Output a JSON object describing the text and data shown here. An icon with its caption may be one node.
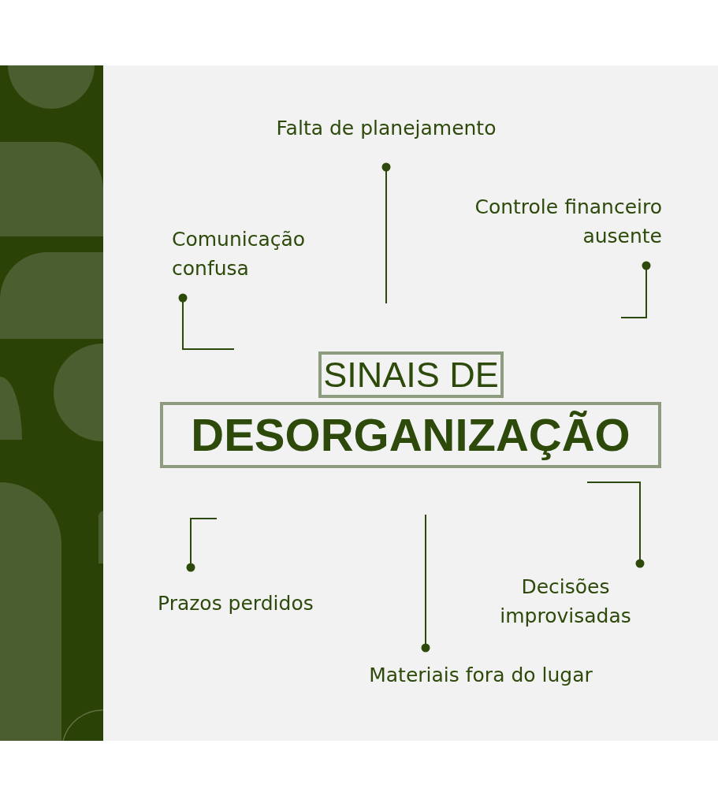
{
  "diagram": {
    "nodes": [
      {
        "text": [
          "SINAIS DE"
        ]
      },
      {
        "text": [
          "DESORGANIZAÇÃO"
        ]
      },
      {
        "text": [
          "Falta de planejamento"
        ]
      },
      {
        "text": [
          "Comunicação confusa"
        ]
      },
      {
        "text": [
          "Controle financeiro ausente"
        ]
      },
      {
        "text": [
          "Prazos perdidos"
        ]
      },
      {
        "text": [
          "Decisões improvisadas"
        ]
      },
      {
        "text": [
          "Materiais fora do lugar"
        ]
      }
    ],
    "edges": [
      {
        "from": 2,
        "to": null,
        "arrow": "other"
      },
      {
        "from": 3,
        "to": null,
        "arrow": "other"
      },
      {
        "from": 4,
        "to": null,
        "arrow": "other"
      },
      {
        "from": 5,
        "to": null,
        "arrow": "other"
      },
      {
        "from": 6,
        "to": null,
        "arrow": "other"
      },
      {
        "from": 7,
        "to": null,
        "arrow": "other"
      }
    ]
  }
}
